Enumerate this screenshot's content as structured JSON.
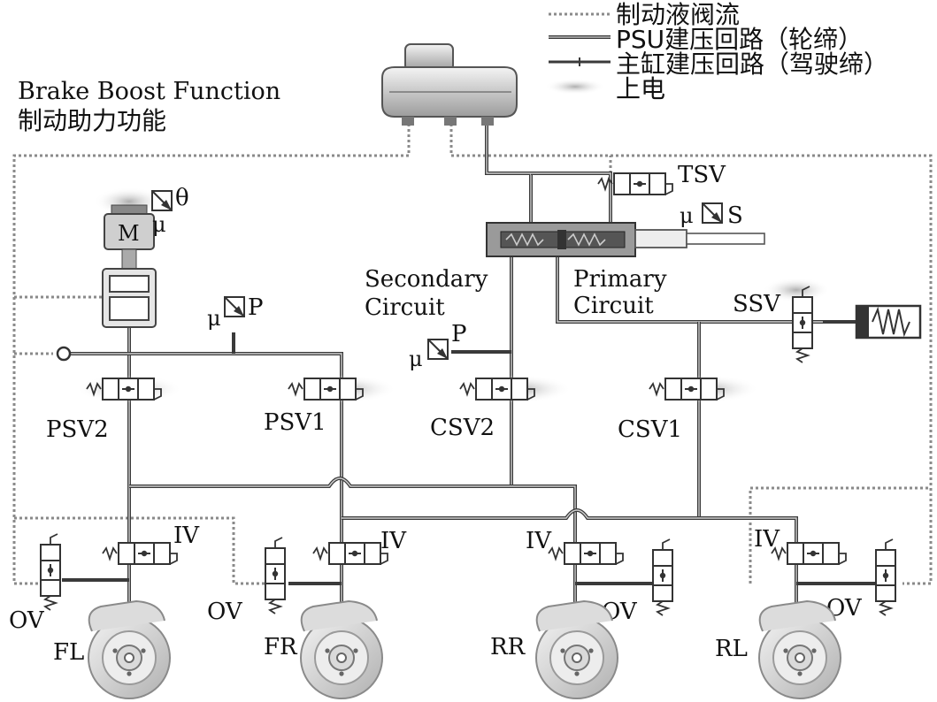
{
  "legend": {
    "items": [
      {
        "label": "制动液阀流",
        "style": "dotted"
      },
      {
        "label": "PSU建压回路（轮缔）",
        "style": "double"
      },
      {
        "label": "主缸建压回路（驾驶缔）",
        "style": "ticked"
      },
      {
        "label": "上电",
        "style": "glow"
      }
    ]
  },
  "title": {
    "en": "Brake Boost Function",
    "zh": "制动助力功能"
  },
  "labels": {
    "motor": "M",
    "mu": "μ",
    "theta": "θ",
    "pressure": "P",
    "stroke": "S",
    "secondary_circuit": [
      "Secondary",
      "Circuit"
    ],
    "primary_circuit": [
      "Primary",
      "Circuit"
    ]
  },
  "valves": {
    "tsv": "TSV",
    "ssv": "SSV",
    "psv2": "PSV2",
    "psv1": "PSV1",
    "csv2": "CSV2",
    "csv1": "CSV1",
    "iv": "IV",
    "ov": "OV"
  },
  "wheels": {
    "fl": "FL",
    "fr": "FR",
    "rr": "RR",
    "rl": "RL"
  }
}
